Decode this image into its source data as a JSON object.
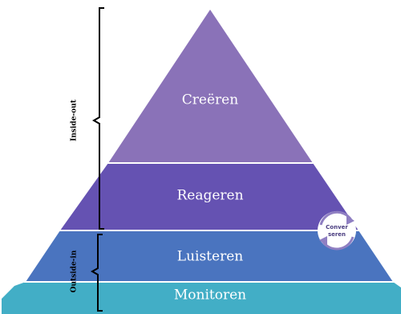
{
  "pyramid": {
    "layers": [
      {
        "label": "Creëren",
        "color": "#8a72b8"
      },
      {
        "label": "Reageren",
        "color": "#6552b2"
      },
      {
        "label": "Luisteren",
        "color": "#4a74bf"
      },
      {
        "label": "Monitoren",
        "color": "#42aec6"
      }
    ],
    "divider_color": "#ffffff"
  },
  "brackets": {
    "inside_out": "Inside-out",
    "outside_in": "Outside-in"
  },
  "cycle": {
    "line1": "Conver",
    "line2": "seren"
  }
}
